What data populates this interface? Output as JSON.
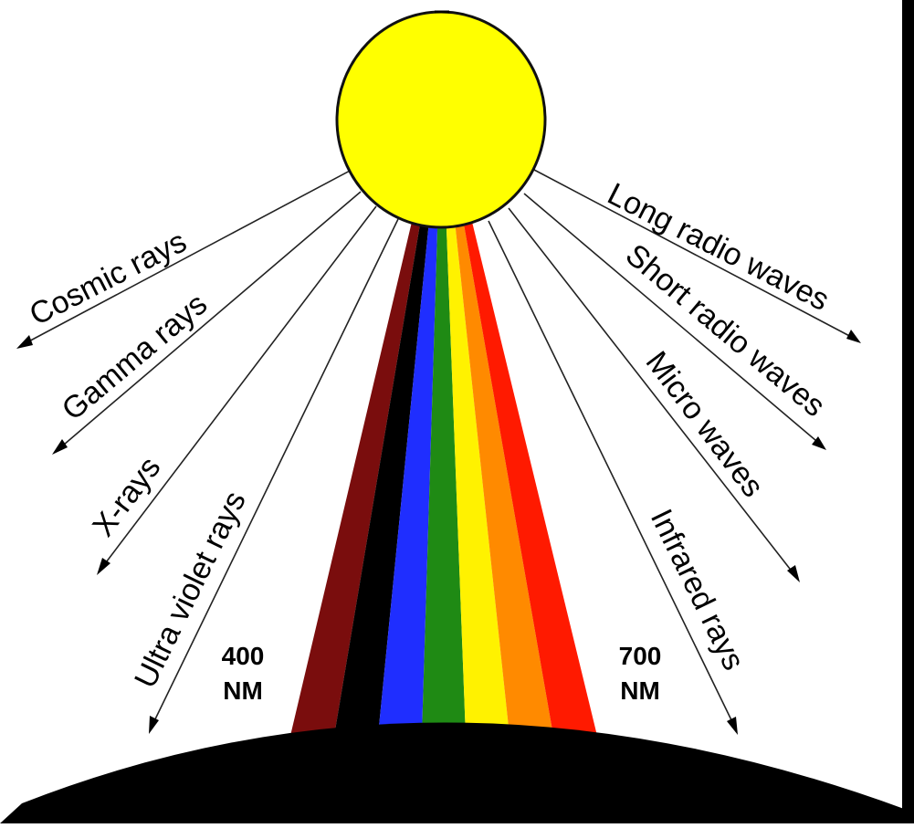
{
  "rays_left": [
    {
      "label": "Cosmic rays"
    },
    {
      "label": "Gamma rays"
    },
    {
      "label": "X-rays"
    },
    {
      "label": "Ultra violet rays"
    }
  ],
  "rays_right": [
    {
      "label": "Long radio waves"
    },
    {
      "label": "Short radio waves"
    },
    {
      "label": "Micro waves"
    },
    {
      "label": "Infrared rays"
    }
  ],
  "wavelength_left": {
    "value": "400",
    "unit": "NM"
  },
  "wavelength_right": {
    "value": "700",
    "unit": "NM"
  },
  "spectrum_colors": [
    "#7a0d0d",
    "#000000",
    "#1f2eff",
    "#1f8a14",
    "#fff200",
    "#ff8a00",
    "#ff1a00"
  ],
  "sun_color": "#ffff00",
  "earth_color": "#000000"
}
